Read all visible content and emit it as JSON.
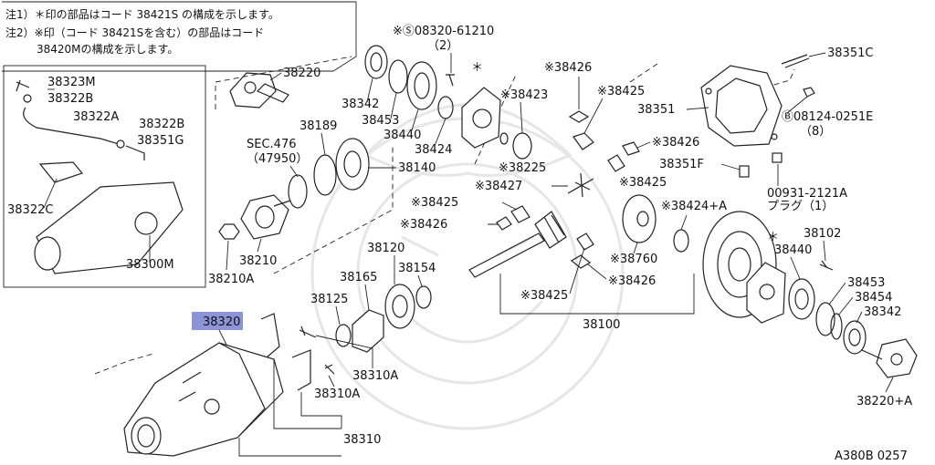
{
  "notes": {
    "note1": "注1）＊印の部品はコード 38421S の構成を示します。",
    "note2_line1": "注2）※印（コード 38421Sを含む）の部品はコード",
    "note2_line2": "38420Mの構成を示します。"
  },
  "inset_labels": {
    "p38323M": "38323M",
    "p38322B_a": "38322B",
    "p38322A": "38322A",
    "p38322B_b": "38322B",
    "p38351G": "38351G",
    "p38322C": "38322C",
    "p38300M": "38300M"
  },
  "labels": {
    "p38220": "38220",
    "p38342": "38342",
    "p38453": "38453",
    "p38440": "38440",
    "p08320": "※Ⓢ08320-61210",
    "p08320_qty": "（2）",
    "star_a": "＊",
    "p38424": "38424",
    "p38423": "※38423",
    "p38426_a": "※38426",
    "p38425_a": "※38425",
    "p38426_b": "※38426",
    "p38351C": "38351C",
    "p38351": "38351",
    "p08124": "Ⓑ08124-0251E",
    "p08124_qty": "（8）",
    "p38351F": "38351F",
    "p00931": "00931-2121A",
    "p00931_note": "プラグ（1）",
    "p38189": "38189",
    "sec476": "SEC.476",
    "sec476_code": "（47950）",
    "p38140": "38140",
    "p38225": "※38225",
    "p38427": "※38427",
    "p38425_b": "※38425",
    "p38425_c": "※38425",
    "p38424A": "※38424+A",
    "p38426_c": "※38426",
    "p38760": "※38760",
    "p38426_d": "※38426",
    "p38425_d": "※38425",
    "p38102": "38102",
    "star_b": "＊",
    "p38440_b": "38440",
    "p38210": "38210",
    "p38210A": "38210A",
    "p38120": "38120",
    "p38165": "38165",
    "p38154": "38154",
    "p38125": "38125",
    "p38100": "38100",
    "p38453_b": "38453",
    "p38454": "38454",
    "p38342_b": "38342",
    "p38320": "38320",
    "p38310A_a": "38310A",
    "p38310A_b": "38310A",
    "p38310": "38310",
    "p38220A": "38220+A",
    "figure_code": "A380B 0257"
  },
  "colors": {
    "highlight": "#8c93d6",
    "ink": "#222222"
  }
}
